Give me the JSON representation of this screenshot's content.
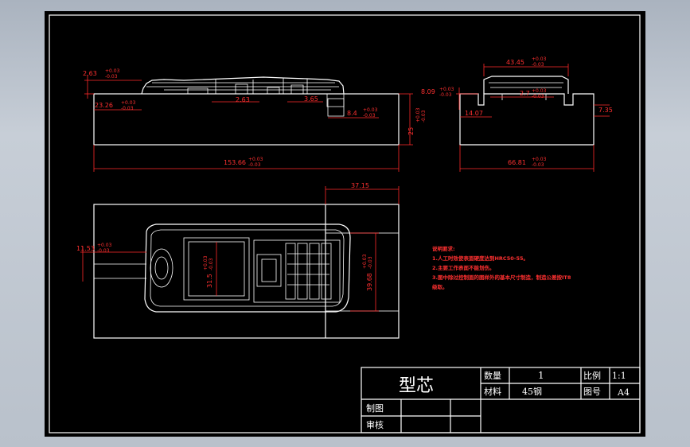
{
  "dimensions": {
    "front": {
      "d_2_63": "2.63",
      "d_23_26": "23.26",
      "d_2_63b": "2.63",
      "d_3_65": "3.65",
      "d_8_4": "8.4",
      "d_25": "25",
      "d_153_66": "153.66",
      "tol_plus": "+0.03",
      "tol_minus": "-0.03"
    },
    "side": {
      "d_43_45": "43.45",
      "d_8_09": "8.09",
      "d_2_7": "2.7",
      "d_14_07": "14.07",
      "d_7_35": "7.35",
      "d_66_81": "66.81"
    },
    "plan": {
      "d_37_15": "37.15",
      "d_11_53": "11.53",
      "d_31_5": "31.5",
      "d_39_68": "39.68"
    }
  },
  "notes": {
    "heading": "说明要求:",
    "line1": "1.人工时效使表面硬度达到HRC50-55。",
    "line2": "2.主要工作表面不能划伤。",
    "line3a": "3.图中除过控制面的图样外的基本尺寸制造，制造公差按IT8",
    "line3b": "级取。"
  },
  "title_block": {
    "part_name": "型芯",
    "qty_label": "数量",
    "qty_value": "1",
    "scale_label": "比例",
    "scale_value": "1:1",
    "material_label": "材料",
    "material_value": "45钢",
    "drawing_no_label": "图号",
    "drawing_no_value": "A4",
    "drawn_label": "制图",
    "checked_label": "审核"
  }
}
